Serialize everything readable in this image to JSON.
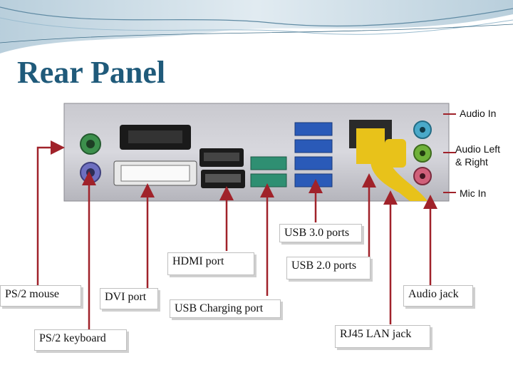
{
  "slide": {
    "title": "Rear Panel",
    "accent_color": "#1f5a7a",
    "arrow_color": "#a0222a",
    "labels": {
      "audio_in": "Audio In",
      "audio_left_right_line1": "Audio Left",
      "audio_left_right_line2": "& Right",
      "mic_in": "Mic In",
      "usb3": "USB 3.0 ports",
      "hdmi": "HDMI port",
      "usb2": "USB 2.0 ports",
      "ps2_mouse": "PS/2 mouse",
      "dvi": "DVI port",
      "usb_charging": "USB Charging port",
      "audio_jack": "Audio jack",
      "ps2_keyboard": "PS/2 keyboard",
      "rj45": "RJ45 LAN jack"
    }
  }
}
